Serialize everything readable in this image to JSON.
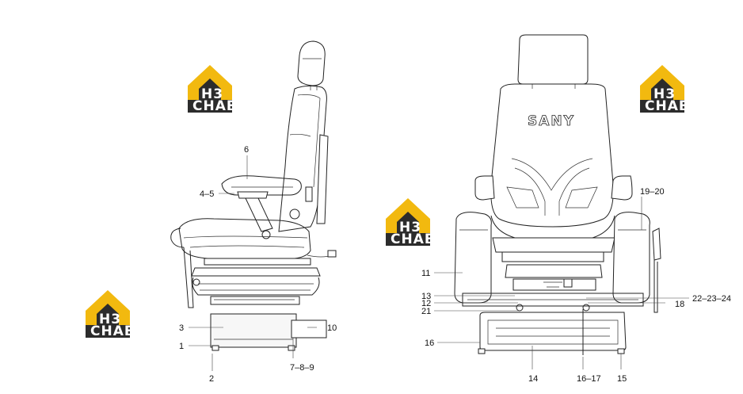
{
  "watermark": {
    "logo_text": "H3",
    "logo_subtext": "СНАБ"
  },
  "seat_brand": "SANY",
  "colors": {
    "logo_yellow": "#f2b90f",
    "logo_dark": "#2c2c2c",
    "line": "#222222"
  },
  "side_view_callouts": [
    "6",
    "4–5",
    "3",
    "1",
    "2",
    "10",
    "7–8–9"
  ],
  "front_view_callouts": [
    "19–20",
    "11",
    "13",
    "12",
    "21",
    "22–23–24",
    "18",
    "16",
    "14",
    "16–17",
    "15"
  ]
}
